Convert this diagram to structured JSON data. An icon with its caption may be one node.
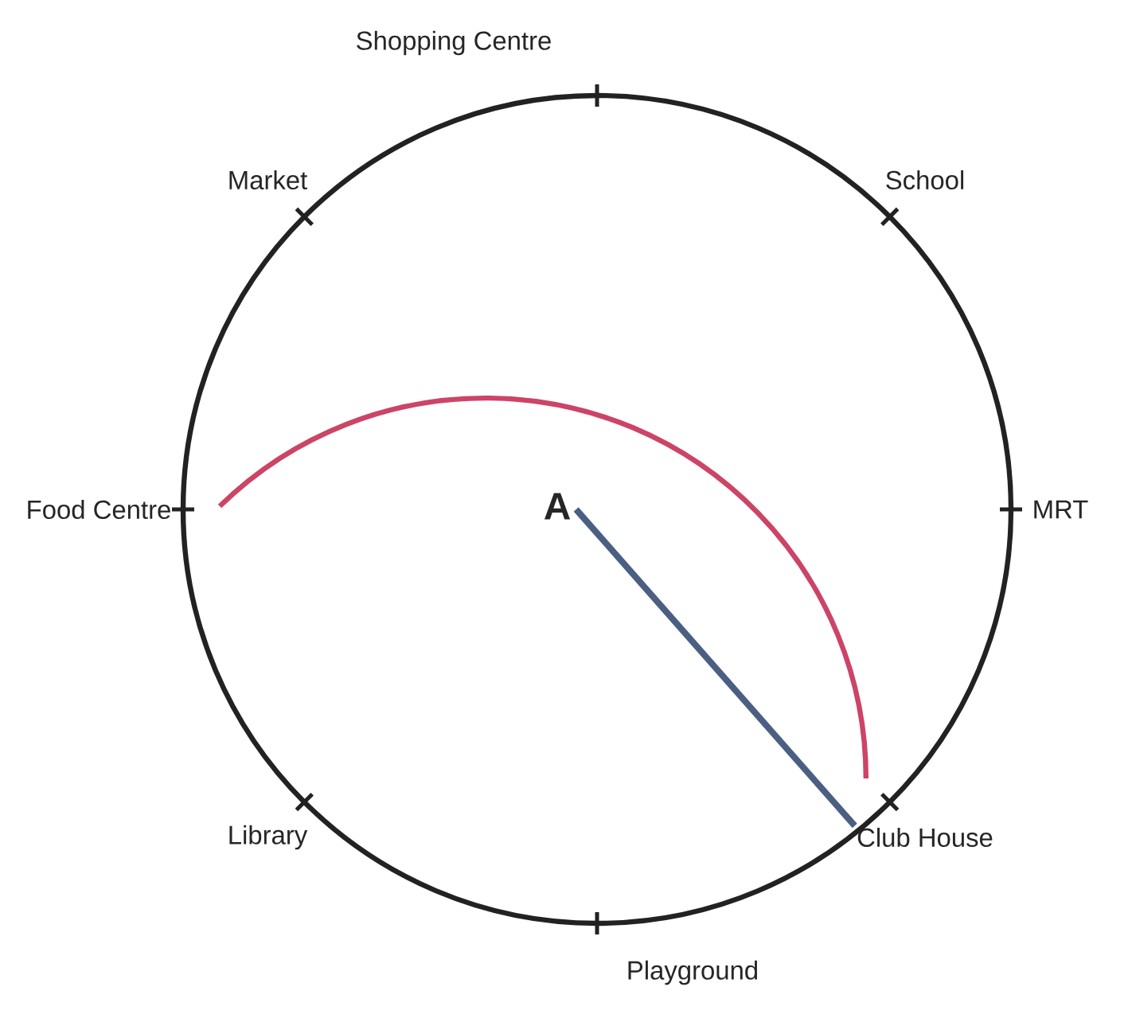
{
  "diagram": {
    "nodes": [
      {
        "text": [
          "Shopping Centre"
        ]
      },
      {
        "text": [
          "Market"
        ]
      },
      {
        "text": [
          "School"
        ]
      },
      {
        "text": [
          "Food Centre"
        ]
      },
      {
        "text": [
          "A"
        ]
      },
      {
        "text": [
          "MRT"
        ]
      },
      {
        "text": [
          "Library"
        ]
      },
      {
        "text": [
          "Club House"
        ]
      },
      {
        "text": [
          "Playground"
        ]
      }
    ],
    "edges": [
      {
        "from": 4,
        "to": 7,
        "arrow": "none",
        "color": "#4a5f82"
      }
    ]
  }
}
